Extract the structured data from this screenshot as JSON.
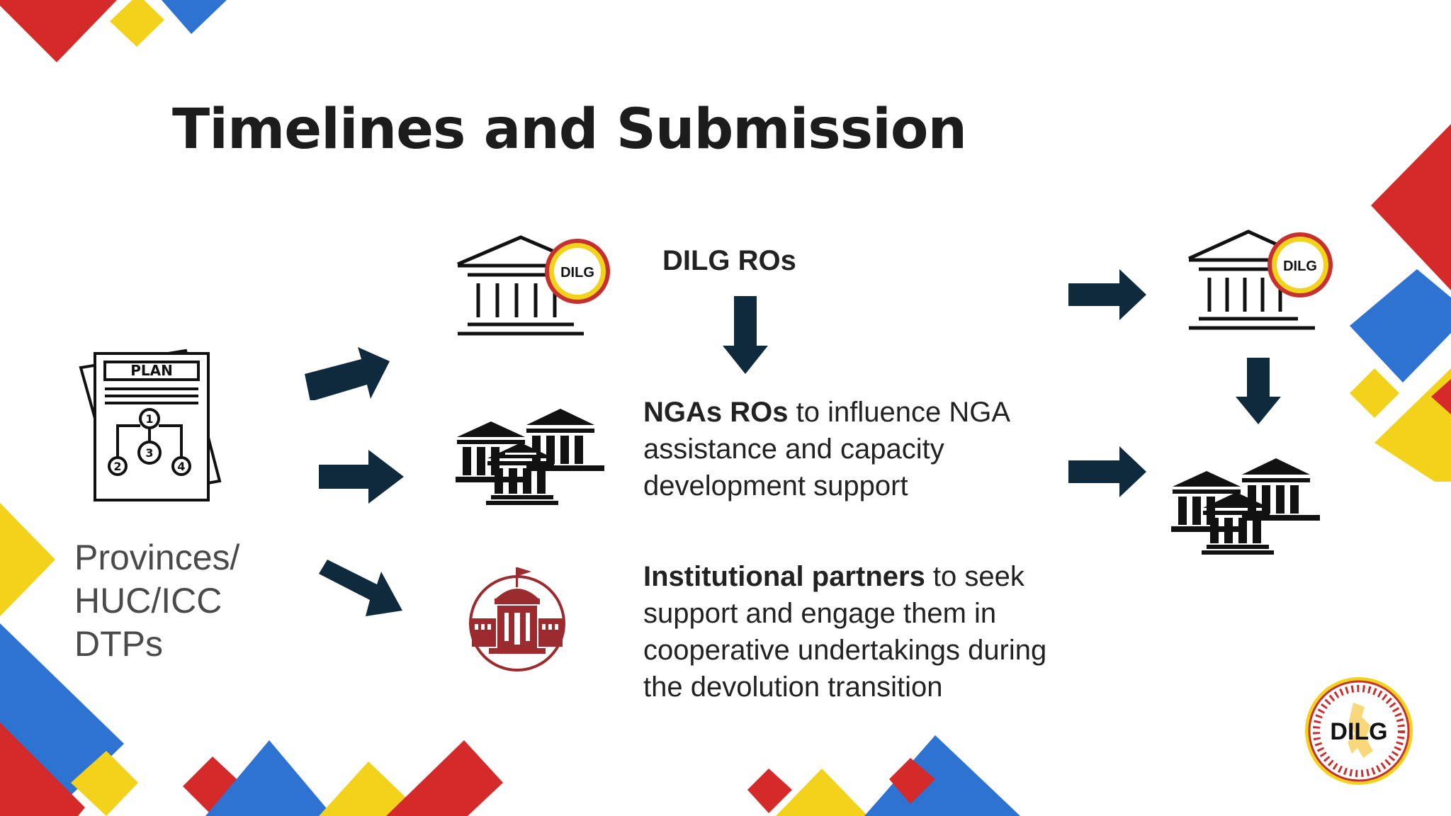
{
  "slide": {
    "title": "Timelines and Submission"
  },
  "source": {
    "line1": "Provinces/",
    "line2": "HUC/ICC",
    "line3": "DTPs",
    "plan_label": "PLAN",
    "plan_steps": [
      "1",
      "2",
      "3",
      "4"
    ]
  },
  "targets": {
    "dilg_ros": "DILG ROs",
    "ngas_bold": "NGAs ROs",
    "ngas_rest": " to influence NGA",
    "ngas_line2": "assistance and capacity",
    "ngas_line3": "development support",
    "partners_bold": "Institutional partners",
    "partners_rest": " to seek",
    "partners_line2": "support and engage them in",
    "partners_line3": "cooperative undertakings during",
    "partners_line4": "the devolution transition"
  },
  "logo": {
    "text": "DILG"
  },
  "colors": {
    "red": "#d42a2a",
    "yellow": "#f2d21b",
    "blue": "#2f73d2",
    "arrow": "#0f2a3d",
    "maroon": "#9b2b2e"
  },
  "icons": [
    "building-icon",
    "building-cluster-icon",
    "institution-badge-icon",
    "plan-document-icon",
    "dilg-logo-icon",
    "arrow-icon"
  ]
}
